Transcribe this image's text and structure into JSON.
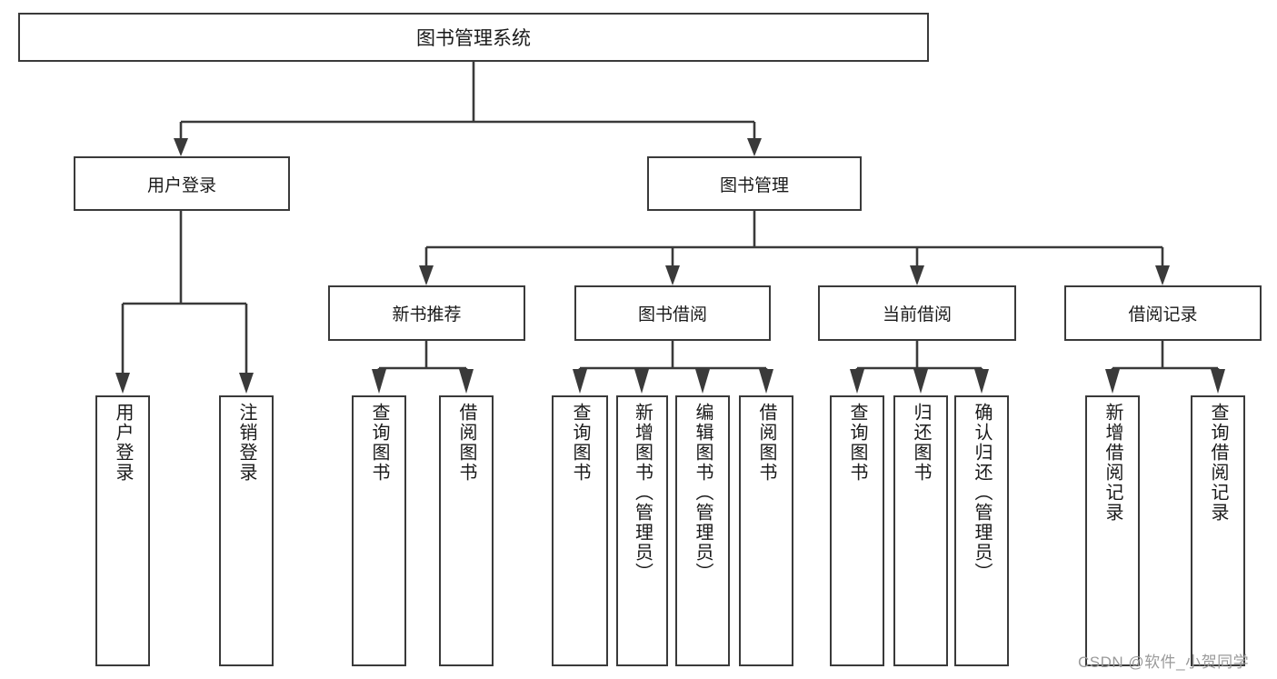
{
  "diagram": {
    "title": "图书管理系统",
    "type": "功能结构图",
    "colors": {
      "stroke": "#3a3a3a",
      "box_fill": "#ffffff",
      "text": "#1a1a1a",
      "watermark": "#9a9a9a",
      "background": "#ffffff"
    },
    "root": {
      "id": "root",
      "label": "图书管理系统"
    },
    "level1": [
      {
        "id": "user-login",
        "label": "用户登录"
      },
      {
        "id": "book-management",
        "label": "图书管理"
      }
    ],
    "level2": [
      {
        "id": "new-book-recommend",
        "label": "新书推荐",
        "parent": "book-management"
      },
      {
        "id": "book-borrow",
        "label": "图书借阅",
        "parent": "book-management"
      },
      {
        "id": "current-borrow",
        "label": "当前借阅",
        "parent": "book-management"
      },
      {
        "id": "borrow-record",
        "label": "借阅记录",
        "parent": "book-management"
      }
    ],
    "leaves": {
      "user-login": [
        {
          "id": "leaf-user-login",
          "label": "用户登录"
        },
        {
          "id": "leaf-logout",
          "label": "注销登录"
        }
      ],
      "new-book-recommend": [
        {
          "id": "leaf-query-book-1",
          "label": "查询图书"
        },
        {
          "id": "leaf-borrow-book-1",
          "label": "借阅图书"
        }
      ],
      "book-borrow": [
        {
          "id": "leaf-query-book-2",
          "label": "查询图书"
        },
        {
          "id": "leaf-add-book",
          "label": "新增图书（管理员）"
        },
        {
          "id": "leaf-edit-book",
          "label": "编辑图书（管理员）"
        },
        {
          "id": "leaf-borrow-book-2",
          "label": "借阅图书"
        }
      ],
      "current-borrow": [
        {
          "id": "leaf-query-book-3",
          "label": "查询图书"
        },
        {
          "id": "leaf-return-book",
          "label": "归还图书"
        },
        {
          "id": "leaf-confirm-return",
          "label": "确认归还（管理员）"
        }
      ],
      "borrow-record": [
        {
          "id": "leaf-add-record",
          "label": "新增借阅记录"
        },
        {
          "id": "leaf-query-record",
          "label": "查询借阅记录"
        }
      ]
    }
  },
  "watermark": {
    "text": "CSDN @软件_小贺同学"
  }
}
